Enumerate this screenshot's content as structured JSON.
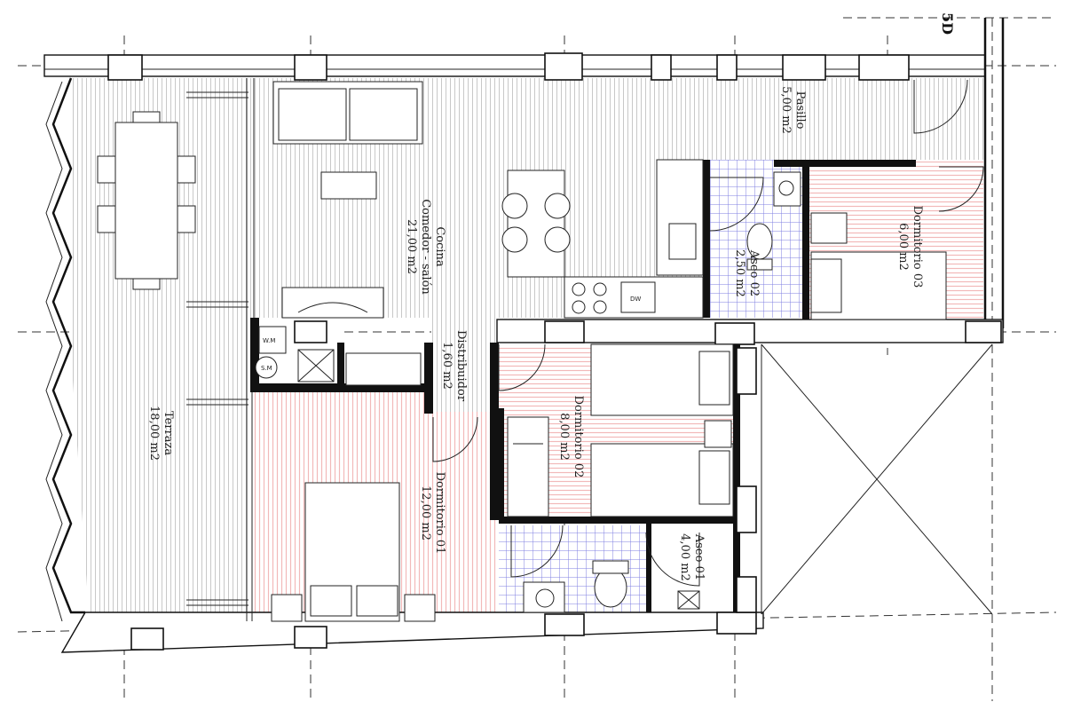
{
  "plan": {
    "corner_label": "5D",
    "colors": {
      "bedroom": "#f2b9b9",
      "bath": "#7f7fe0",
      "common": "#c8c8c8",
      "wall": "#111111"
    },
    "rooms": [
      {
        "id": "terraza",
        "name": "Terraza",
        "area": "18,00 m2"
      },
      {
        "id": "cocina",
        "name": "Cocina",
        "sub": "Comedor - salón",
        "area": "21,00 m2"
      },
      {
        "id": "pasillo",
        "name": "Pasillo",
        "area": "5,00 m2"
      },
      {
        "id": "distribuidor",
        "name": "Distribuidor",
        "area": "1,60 m2"
      },
      {
        "id": "dormitorio01",
        "name": "Dormitorio 01",
        "area": "12,00 m2"
      },
      {
        "id": "dormitorio02",
        "name": "Dormitorio 02",
        "area": "8,00 m2"
      },
      {
        "id": "dormitorio03",
        "name": "Dormitorio 03",
        "area": "6,00 m2"
      },
      {
        "id": "aseo01",
        "name": "Aseo 01",
        "area": "4,00 m2"
      },
      {
        "id": "aseo02",
        "name": "Aseo 02",
        "area": "2,50 m2"
      }
    ],
    "appliances": {
      "dishwasher": "DW",
      "washer": "W.M",
      "dryer": "S.M"
    }
  }
}
